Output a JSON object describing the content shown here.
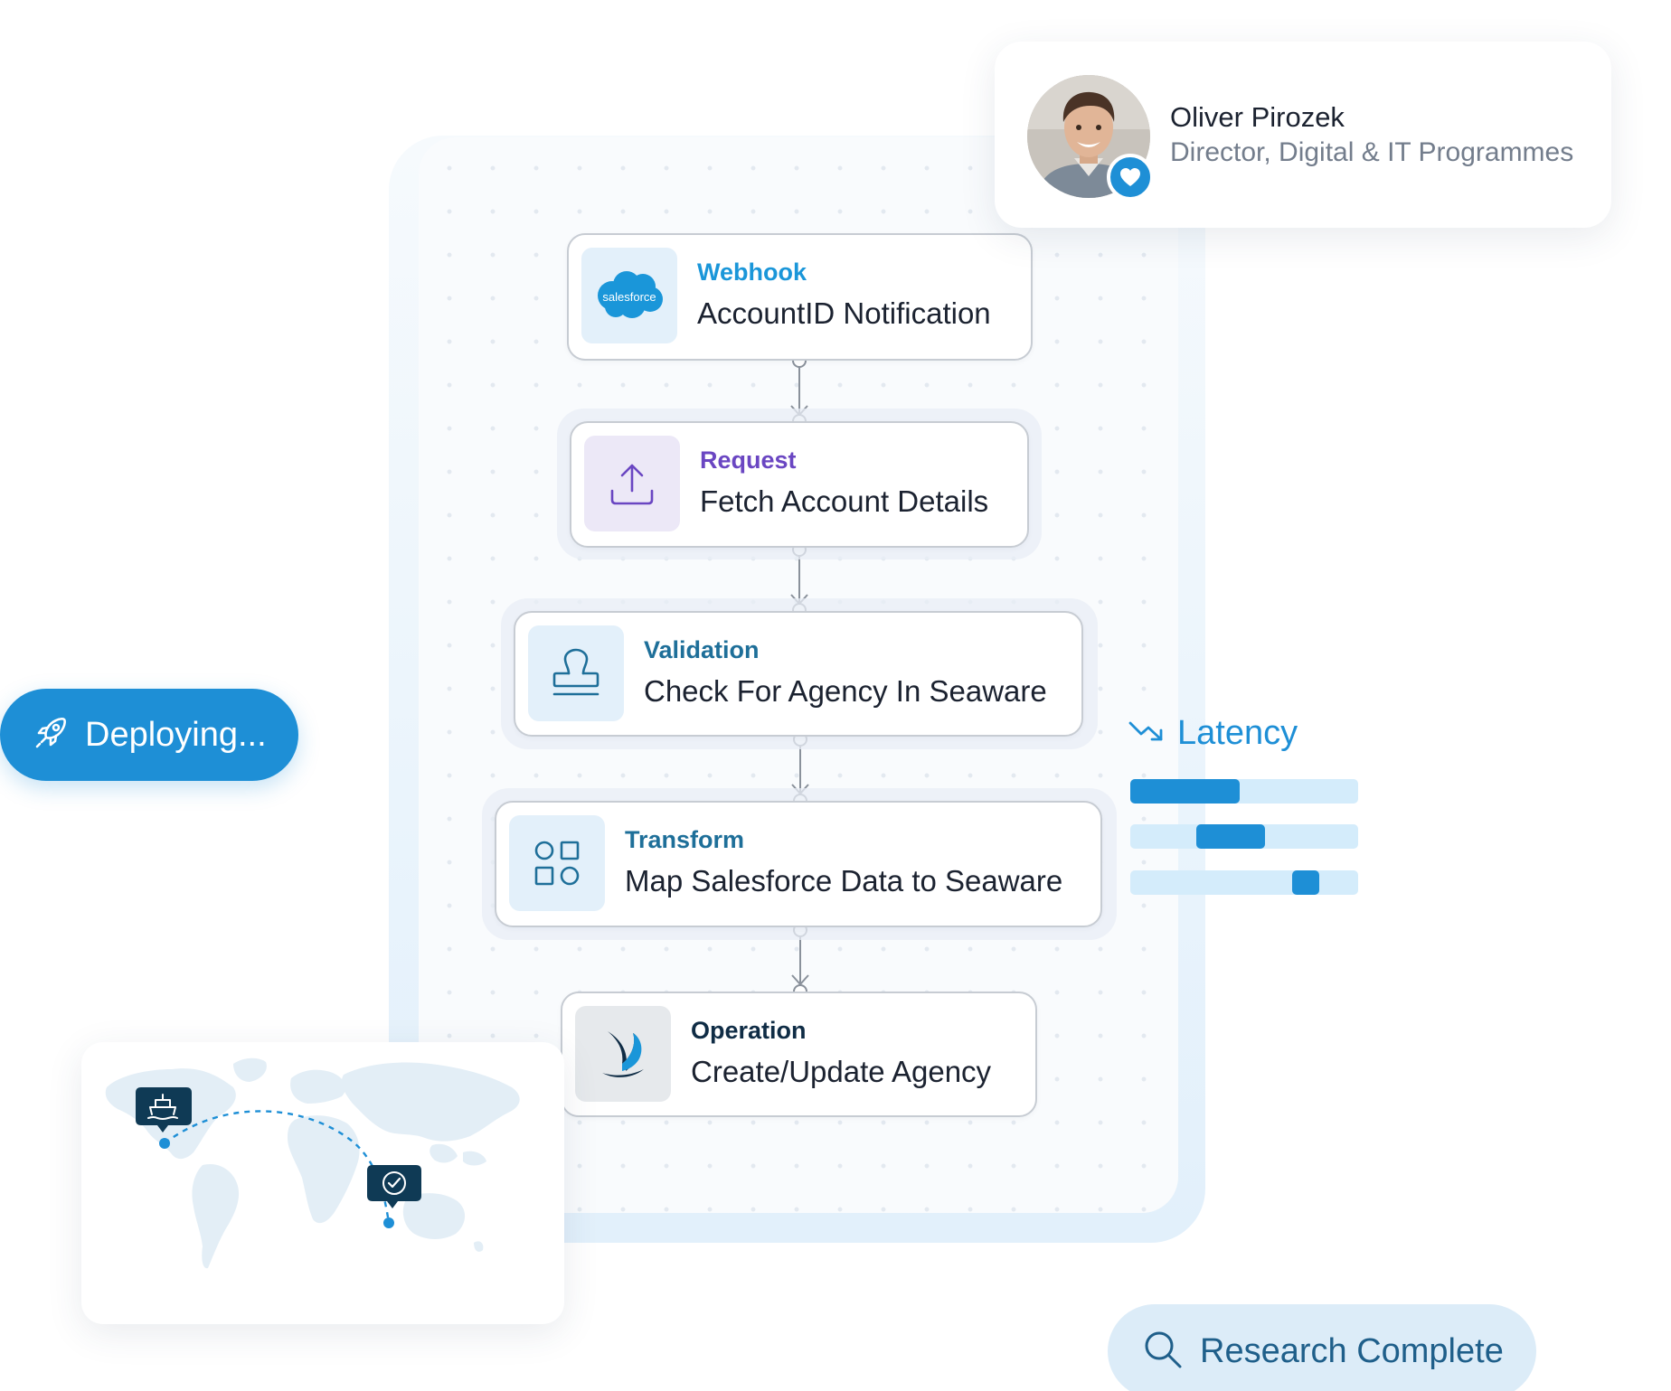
{
  "profile": {
    "name": "Oliver Pirozek",
    "role": "Director, Digital & IT Programmes"
  },
  "flow": {
    "nodes": [
      {
        "kind": "Webhook",
        "title": "AccountID Notification",
        "icon": "salesforce-logo",
        "logo_text": "salesforce",
        "kind_color": "#1a96d9"
      },
      {
        "kind": "Request",
        "title": "Fetch Account Details",
        "icon": "upload-icon",
        "kind_color": "#6a46c2"
      },
      {
        "kind": "Validation",
        "title": "Check For Agency In Seaware",
        "icon": "stamp-icon",
        "kind_color": "#1e6f99"
      },
      {
        "kind": "Transform",
        "title": "Map Salesforce Data to Seaware",
        "icon": "shapes-icon",
        "kind_color": "#1e6f99"
      },
      {
        "kind": "Operation",
        "title": "Create/Update Agency",
        "icon": "sail-logo",
        "kind_color": "#0f2c45"
      }
    ]
  },
  "deploy": {
    "label": "Deploying..."
  },
  "latency": {
    "label": "Latency",
    "bars": [
      {
        "start": 0.0,
        "end": 0.48
      },
      {
        "start": 0.29,
        "end": 0.59
      },
      {
        "start": 0.71,
        "end": 0.83
      }
    ]
  },
  "map": {
    "origin_icon": "ship-icon",
    "destination_icon": "check-icon"
  },
  "research": {
    "label": "Research Complete"
  },
  "colors": {
    "accent": "#1e8fd6",
    "accent_light": "#d4ecfb",
    "dark_navy": "#0f3a55"
  }
}
